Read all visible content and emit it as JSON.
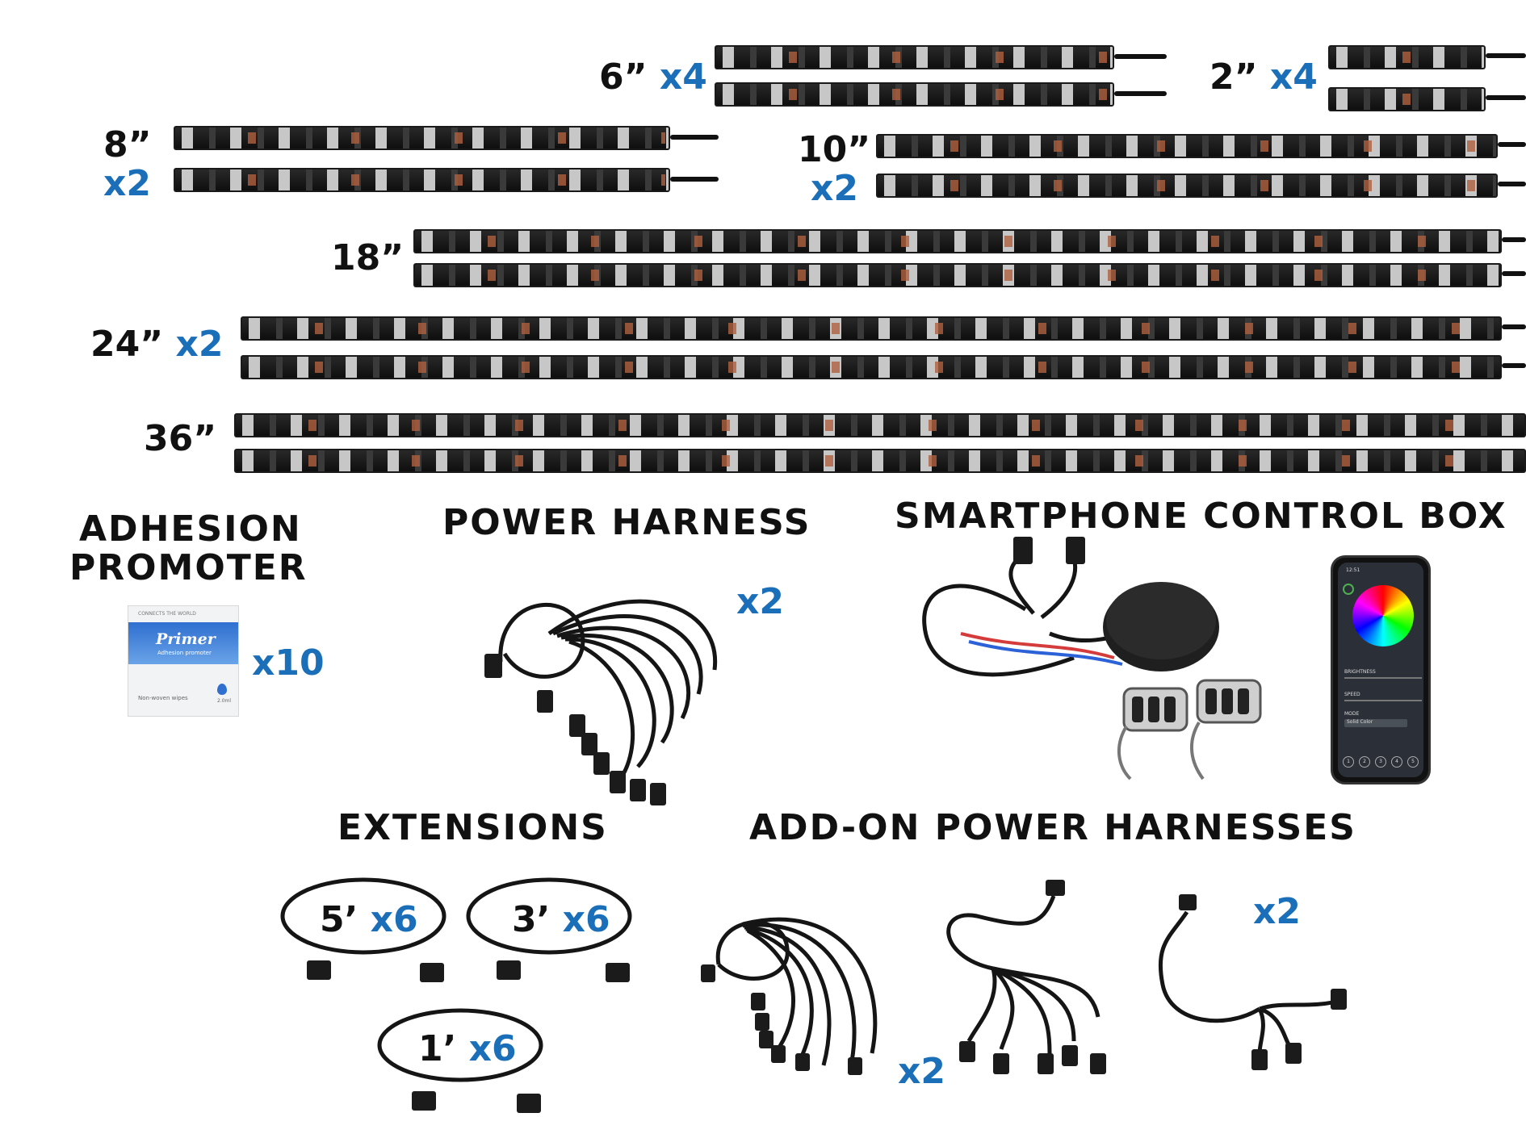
{
  "strips": {
    "s6": {
      "size": "6”",
      "qty": "x4"
    },
    "s2": {
      "size": "2”",
      "qty": "x4"
    },
    "s8": {
      "size": "8”",
      "qty": "x2"
    },
    "s10": {
      "size": "10”",
      "qty": "x2"
    },
    "s18": {
      "size": "18”"
    },
    "s24": {
      "size": "24”",
      "qty": "x2"
    },
    "s36": {
      "size": "36”"
    }
  },
  "adhesion": {
    "title_line1": "ADHESION",
    "title_line2": "PROMOTER",
    "qty": "x10",
    "packet": {
      "brand": "Primer",
      "sub": "Adhesion promoter",
      "top": "CONNECTS THE WORLD",
      "wipes": "Non-woven wipes",
      "vol": "2.0ml"
    }
  },
  "power_harness": {
    "title": "POWER HARNESS",
    "qty": "x2"
  },
  "control_box": {
    "title": "SMARTPHONE CONTROL BOX",
    "app": {
      "time": "12:51",
      "brightness": "BRIGHTNESS",
      "speed": "SPEED",
      "mode": "MODE",
      "mode_value": "Solid Color",
      "buttons": [
        "1",
        "2",
        "3",
        "4",
        "5"
      ]
    }
  },
  "extensions": {
    "title": "EXTENSIONS",
    "items": [
      {
        "size": "5’",
        "qty": "x6"
      },
      {
        "size": "3’",
        "qty": "x6"
      },
      {
        "size": "1’",
        "qty": "x6"
      }
    ]
  },
  "addon": {
    "title": "ADD-ON POWER HARNESSES",
    "qty_a": "x2",
    "qty_b": "x2"
  },
  "colors": {
    "accent": "#1a6fb8",
    "text": "#111111",
    "strip": "#111111"
  }
}
